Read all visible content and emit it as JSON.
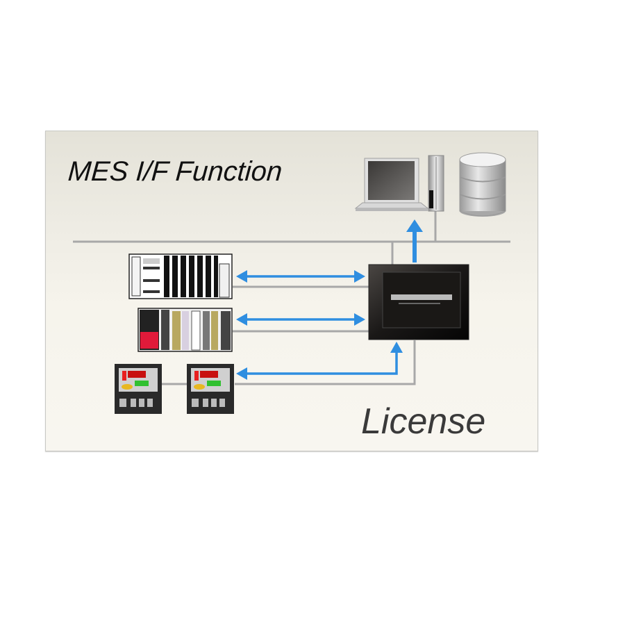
{
  "diagram": {
    "title": "MES I/F Function",
    "badge": "License",
    "nodes": [
      {
        "id": "pc",
        "label": "PC (laptop)",
        "icon": "laptop-icon"
      },
      {
        "id": "server",
        "label": "Server",
        "icon": "server-tower-icon"
      },
      {
        "id": "database",
        "label": "Database",
        "icon": "database-icon"
      },
      {
        "id": "hmi",
        "label": "HMI panel",
        "icon": "hmi-panel-icon"
      },
      {
        "id": "plc1",
        "label": "PLC rack 1",
        "icon": "plc-rack-icon"
      },
      {
        "id": "plc2",
        "label": "PLC rack 2",
        "icon": "plc-rack-icon"
      },
      {
        "id": "ctrl1",
        "label": "Temperature controller 1",
        "icon": "temperature-controller-icon"
      },
      {
        "id": "ctrl2",
        "label": "Temperature controller 2",
        "icon": "temperature-controller-icon"
      }
    ],
    "flows": [
      {
        "from": "hmi",
        "to": "pc",
        "direction": "one-way"
      },
      {
        "from": "hmi",
        "to": "plc1",
        "direction": "two-way"
      },
      {
        "from": "hmi",
        "to": "plc2",
        "direction": "two-way"
      },
      {
        "from": "hmi",
        "to": "ctrl2",
        "direction": "two-way"
      }
    ],
    "colors": {
      "arrow": "#2f8ee0",
      "line": "#a8a8a8",
      "background": "#f4f2ea",
      "border": "#c8c8c4"
    }
  }
}
